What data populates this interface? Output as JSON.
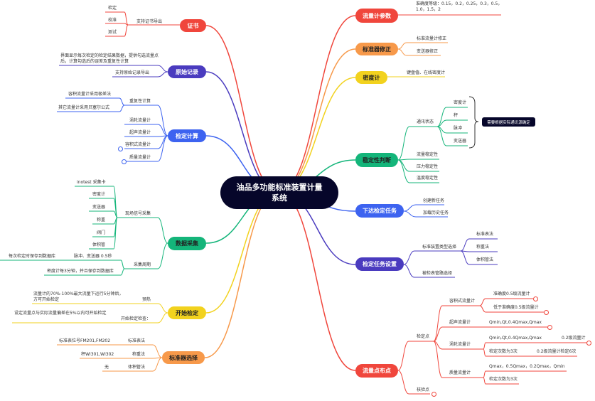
{
  "title": "油品多功能标准装置计量系统",
  "colors": {
    "red": "#f0463c",
    "purple": "#4a3bbf",
    "blue": "#3d63f0",
    "green": "#14b57a",
    "yellow": "#f2d21e",
    "orange": "#f7994a",
    "dark": "#06062a"
  },
  "certificate": {
    "label": "证书",
    "export": "支持证书导出",
    "items": [
      "检定",
      "校准",
      "测试"
    ]
  },
  "raw_records": {
    "label": "原始记录",
    "desc": "界面显示每次检定的检定结果数据，提供勾选流量点后，计算勾选后的误差及重复性计算",
    "export": "支持原始记录导出"
  },
  "calc": {
    "label": "检定计算",
    "repeat": "重复性计算",
    "repeat_items": [
      "容积流量计采用极差法",
      "其它流量计采用贝塞尔公式"
    ],
    "meters": [
      "涡轮流量计",
      "超声流量计",
      "容积式流量计",
      "质量流量计"
    ]
  },
  "acq": {
    "label": "数据采集",
    "field": "现场信号采集",
    "field_items": [
      "inotest 采集卡",
      "密度计",
      "变送器",
      "称重",
      "阀门",
      "体积管"
    ],
    "period": "采集周期",
    "period_fast": "脉冲、变送器  0.5秒",
    "period_fast_note": "每次检定时保存到数据库",
    "period_slow": "密度计每3分钟，并且保存到数据库"
  },
  "start": {
    "label": "开始检定",
    "preheat": "预热",
    "preheat_desc": "流量计的70%-100%最大流量下运行5分钟后，方可开始检定",
    "check": "开始检定检查：",
    "check_desc": "设定流量点与实际流量偏差在5%以内可开始检定"
  },
  "std_select": {
    "label": "标准器选择",
    "items": [
      {
        "method": "标准表法",
        "detail": "标准表位号FM201,FM202"
      },
      {
        "method": "称重法",
        "detail": "秤WI301,WI302"
      },
      {
        "method": "体积管法",
        "detail": "无"
      }
    ]
  },
  "params": {
    "label": "流量计参数",
    "accuracy": "准确度等级：0.15，0.2，0.25，0.3，0.5，1.0，1.5，2"
  },
  "std_corr": {
    "label": "标准器修正",
    "items": [
      "标准流量计修正",
      "变送器修正"
    ]
  },
  "density": {
    "label": "密度计",
    "item": "键盘值、在线密度计"
  },
  "stability": {
    "label": "稳定性判断",
    "comm": "通讯状态",
    "comm_items": [
      "密度计",
      "秤",
      "脉冲",
      "变送器"
    ],
    "comm_note": "需要根据实际通讯源确定",
    "items": [
      "流量稳定性",
      "压力稳定性",
      "温度稳定性"
    ]
  },
  "dispatch": {
    "label": "下达检定任务",
    "items": [
      "创建新任务",
      "加载历史任务"
    ]
  },
  "task_setup": {
    "label": "检定任务设置",
    "device_type": "标准装置类型选择",
    "device_items": [
      "标准表法",
      "称重法",
      "体积管法"
    ],
    "pipe": "被检表管路选择"
  },
  "flow_points": {
    "label": "流量点布点",
    "verify": "检定点",
    "check": "核验点",
    "volumetric": "容积式流量计",
    "vol_a": "准确度0.5级流量计",
    "vol_b": "低于准确度0.5级流量计",
    "ultrasonic": "超声流量计",
    "ultra_pts": "Qmin,Qt,0.4Qmax,Qmax",
    "turbine": "涡轮流量计",
    "turb_pts": "Qmin,Qt,0.4Qmax,Qmax",
    "turb_02": "0.2级流量计",
    "turb_times": "检定次数为3次",
    "turb_02_times": "0.2级流量计检定6次",
    "mass": "质量流量计",
    "mass_pts": "Qmax，0.5Qmax，0.2Qmax，Qmin",
    "mass_times": "检定次数为3次"
  }
}
